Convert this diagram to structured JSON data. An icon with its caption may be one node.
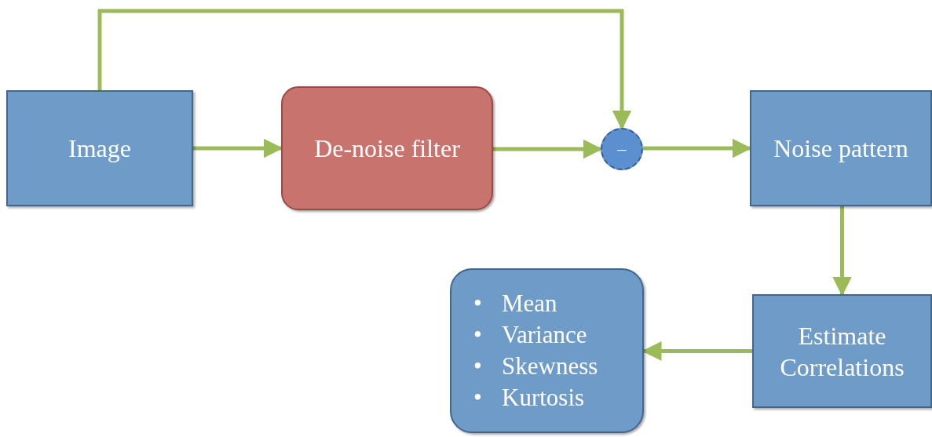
{
  "diagram": {
    "nodes": [
      {
        "text": [
          "Image"
        ]
      },
      {
        "text": [
          "De-noise filter"
        ]
      },
      {
        "text": [
          "–"
        ]
      },
      {
        "text": [
          "Noise pattern"
        ]
      },
      {
        "text": [
          "Estimate Correlations"
        ]
      },
      {
        "text": [
          "Mean",
          "Variance",
          "Skewness",
          "Kurtosis"
        ]
      }
    ],
    "edges": [
      {
        "from": 0,
        "to": 1,
        "arrow": "to"
      },
      {
        "from": 1,
        "to": 2,
        "arrow": "to"
      },
      {
        "from": 0,
        "to": 2,
        "arrow": "to"
      },
      {
        "from": 2,
        "to": 3,
        "arrow": "to"
      },
      {
        "from": 3,
        "to": 4,
        "arrow": "to"
      },
      {
        "from": 4,
        "to": 5,
        "arrow": "to"
      }
    ],
    "labels": [
      "•",
      "•",
      "•",
      "•"
    ]
  }
}
